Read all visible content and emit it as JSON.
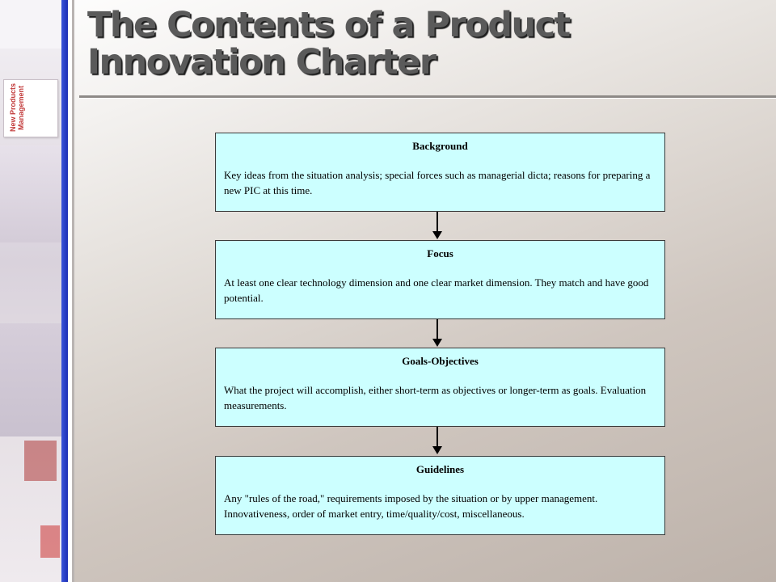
{
  "slide": {
    "title": "The Contents of a Product Innovation Charter"
  },
  "sidebar": {
    "book_text": "New Products Management"
  },
  "flow": [
    {
      "heading": "Background",
      "body": "Key ideas from the situation analysis; special forces such as managerial dicta; reasons for preparing a new PIC at this time."
    },
    {
      "heading": "Focus",
      "body": "At least one clear technology dimension and one clear market dimension.  They match and have good potential."
    },
    {
      "heading": "Goals-Objectives",
      "body": "What the project will accomplish, either short-term as objectives or longer-term as goals. Evaluation measurements."
    },
    {
      "heading": "Guidelines",
      "body": "Any \"rules of the road,\" requirements imposed by the situation or by upper management. Innovativeness, order of market entry, time/quality/cost, miscellaneous."
    }
  ],
  "colors": {
    "box_fill": "#ccffff",
    "accent_bar": "#2a3fc8"
  }
}
